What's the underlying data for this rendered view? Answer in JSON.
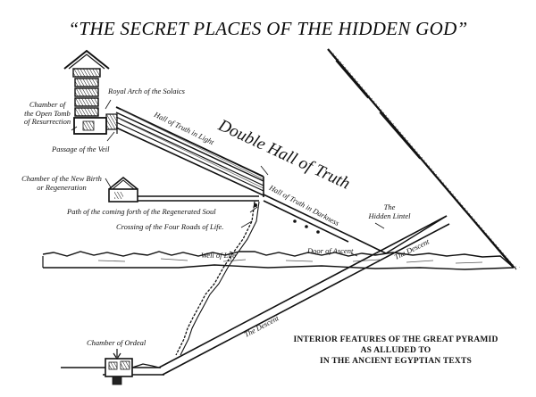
{
  "title": "“THE SECRET PLACES OF THE HIDDEN GOD”",
  "labels": {
    "chamber_open_tomb": "Chamber of\nthe Open Tomb\nof Resurrection",
    "royal_arch": "Royal Arch of the Solaics",
    "hall_truth_light": "Hall of Truth in Light",
    "double_hall": "Double Hall of Truth",
    "passage_veil": "Passage of the Veil",
    "chamber_new_birth": "Chamber of the New Birth\nor Regeneration",
    "hall_truth_darkness": "Hall of Truth in Darkness",
    "hidden_lintel": "The\nHidden Lintel",
    "path_coming_forth": "Path of the coming forth of the Regenerated Soul",
    "crossing_roads": "Crossing of the Four Roads of Life.",
    "well_of_life": "Well of Life",
    "door_ascent": "Door of Ascent",
    "descent_upper": "The Descent",
    "descent_lower": "The Descent",
    "chamber_ordeal": "Chamber of Ordeal"
  },
  "caption": [
    "INTERIOR FEATURES OF THE GREAT PYRAMID",
    "AS ALLUDED TO",
    "IN THE ANCIENT EGYPTIAN TEXTS"
  ]
}
